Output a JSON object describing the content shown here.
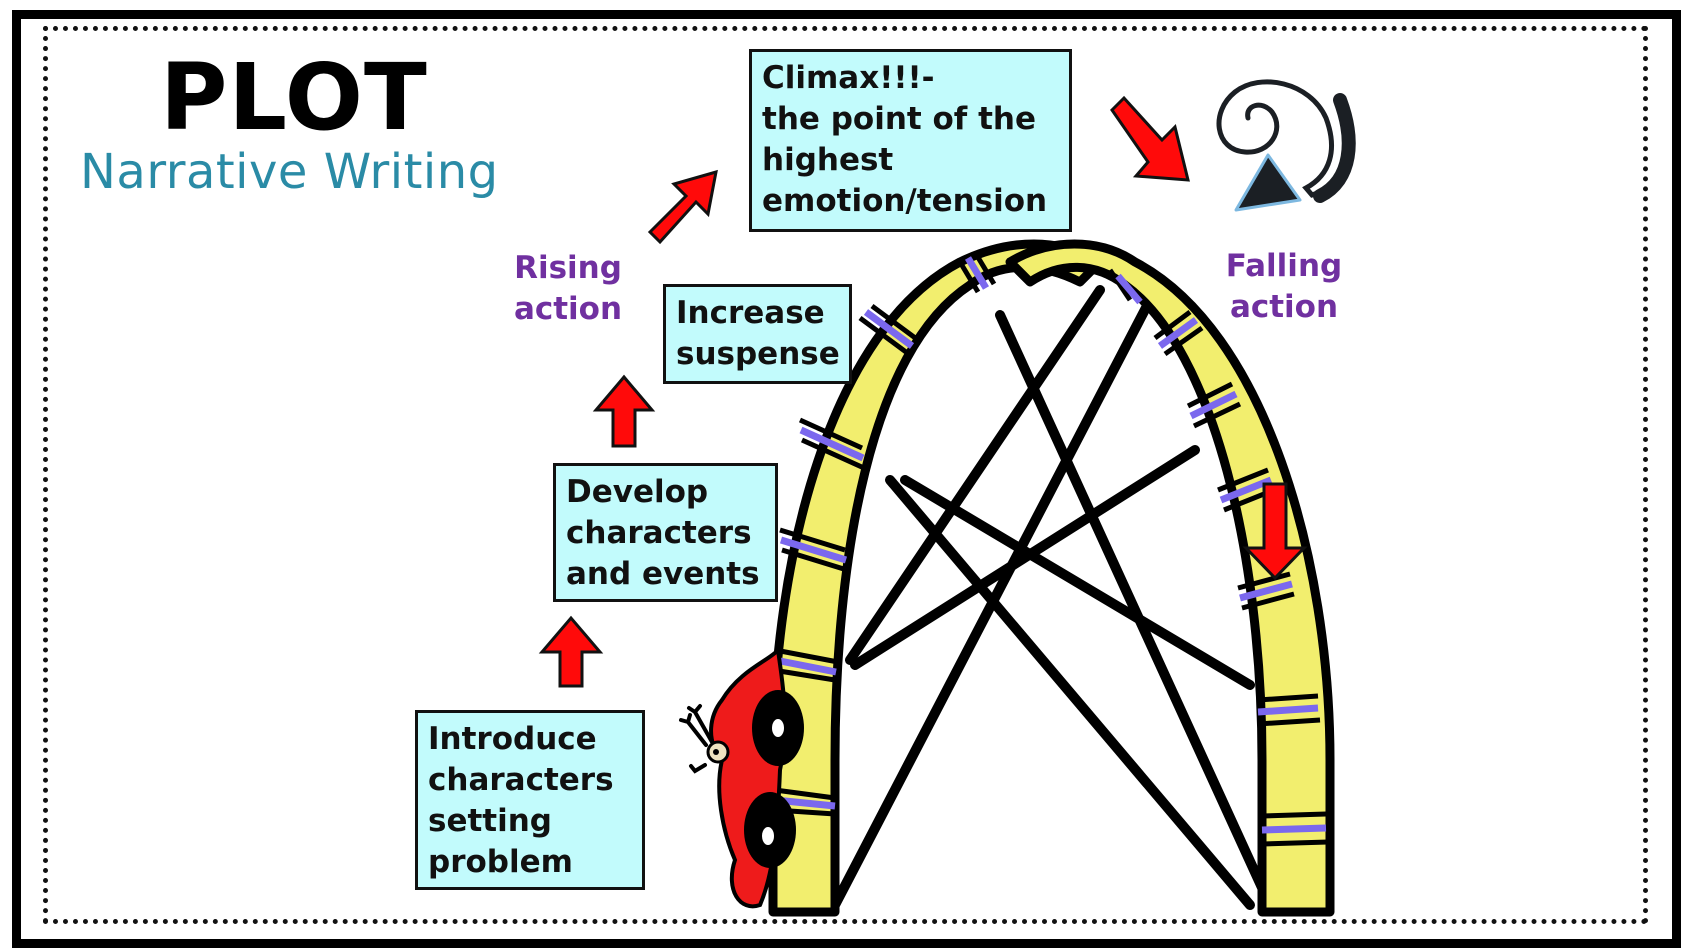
{
  "header": {
    "title": "PLOT",
    "subtitle": "Narrative Writing"
  },
  "stages": {
    "introduce": {
      "lines": [
        "Introduce",
        "characters",
        "setting",
        "problem"
      ]
    },
    "develop": {
      "lines": [
        "Develop",
        "characters",
        "and events"
      ]
    },
    "increase": {
      "lines": [
        "Increase",
        "suspense"
      ]
    },
    "climax": {
      "lines": [
        "Climax!!!-",
        "the point of the",
        "highest",
        "emotion/tension"
      ]
    }
  },
  "labels": {
    "rising_action": [
      "Rising",
      "action"
    ],
    "falling_action": [
      "Falling",
      "action"
    ]
  },
  "icons": {
    "arrows": [
      "arrow-up-icon",
      "arrow-up-icon",
      "arrow-up-right-icon",
      "arrow-down-right-icon",
      "arrow-down-icon"
    ],
    "swirl": "swirl-arrow-icon",
    "coaster": "roller-coaster-track",
    "car": "coaster-car-with-rider"
  },
  "colors": {
    "box_fill": "#C2FBFC",
    "label_purple": "#7030A0",
    "subtitle_teal": "#2A8BA6",
    "arrow_red": "#FF0A0A",
    "track_yellow": "#F2EE6E",
    "track_tie_purple": "#7B68EE"
  }
}
